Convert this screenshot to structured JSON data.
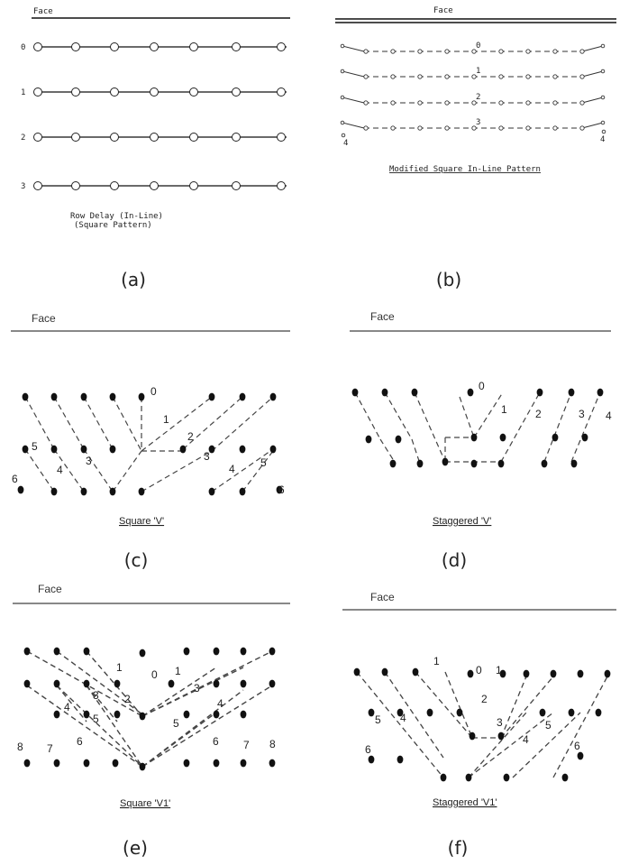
{
  "panel_a": {
    "face_label": "Face",
    "row_numbers": [
      "0",
      "1",
      "2",
      "3"
    ],
    "caption_line1": "Row Delay (In-Line)",
    "caption_line2": "(Square Pattern)",
    "sublabel": "(a)"
  },
  "panel_b": {
    "face_label": "Face",
    "row_numbers": [
      "0",
      "1",
      "2",
      "3"
    ],
    "edge_label_left": "4",
    "edge_label_right": "4",
    "caption": "Modified Square In-Line Pattern",
    "sublabel": "(b)"
  },
  "panel_c": {
    "face_label": "Face",
    "delay_numbers": [
      "0",
      "1",
      "2",
      "3",
      "3",
      "4",
      "4",
      "5",
      "5",
      "6",
      "6"
    ],
    "caption": "Square 'V'",
    "sublabel": "(c)"
  },
  "panel_d": {
    "face_label": "Face",
    "delay_numbers": [
      "0",
      "1",
      "2",
      "3",
      "4"
    ],
    "caption": "Staggered 'V'",
    "sublabel": "(d)"
  },
  "panel_e": {
    "face_label": "Face",
    "delay_numbers": [
      "1",
      "0",
      "1",
      "2",
      "3",
      "3",
      "4",
      "4",
      "5",
      "5",
      "6",
      "6",
      "7",
      "7",
      "8",
      "8"
    ],
    "caption": "Square 'V1'",
    "sublabel": "(e)"
  },
  "panel_f": {
    "face_label": "Face",
    "delay_numbers": [
      "1",
      "0",
      "1",
      "2",
      "3",
      "4",
      "4",
      "5",
      "5",
      "6",
      "6"
    ],
    "caption": "Staggered 'V1'",
    "sublabel": "(f)"
  }
}
